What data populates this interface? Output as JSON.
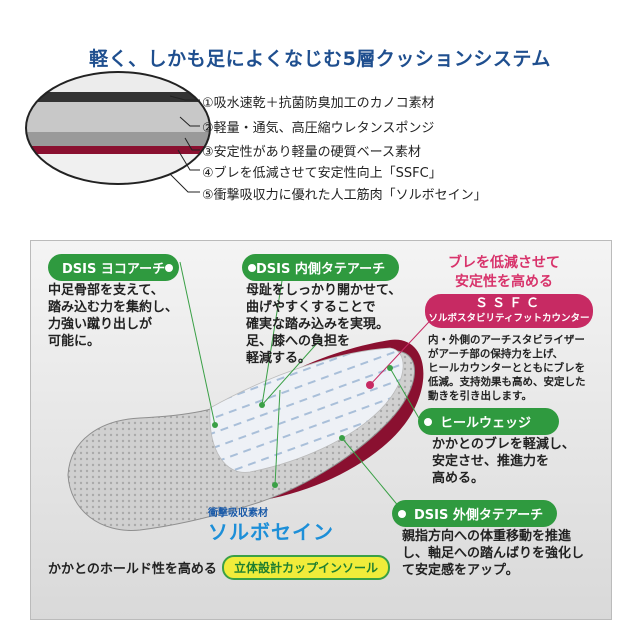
{
  "title": "軽く、しかも足によくなじむ5層クッションシステム",
  "layers": [
    "①吸水速乾＋抗菌防臭加工のカノコ素材",
    "②軽量・通気、高圧縮ウレタンスポンジ",
    "③安定性があり軽量の硬質ベース素材",
    "④ブレを低減させて安定性向上「SSFC」",
    "⑤衝撃吸収力に優れた人工筋肉「ソルボセイン」"
  ],
  "layer_colors": [
    "#333333",
    "#c8c8c8",
    "#9a9a9a",
    "#8a1030",
    "#f0f0f0"
  ],
  "features": {
    "yoko": {
      "label": "DSIS ヨコアーチ",
      "desc": "中足骨部を支えて、\n踏み込む力を集約し、\n力強い蹴り出しが\n可能に。"
    },
    "uchi": {
      "label": "DSIS 内側タテアーチ",
      "desc": "母趾をしっかり開かせて、\n曲げやすくすることで\n確実な踏み込みを実現。\n足、膝への負担を\n軽減する。"
    },
    "ssfc": {
      "headline": "ブレを低減させて\n安定性を高める",
      "name": "ＳＳＦＣ",
      "subname": "ソルボスタビリティフットカウンター",
      "desc": "内・外側のアーチスタビライザー\nがアーチ部の保持力を上げ、\nヒールカウンターとともにブレを\n低減。支持効果も高め、安定した\n動きを引き出します。"
    },
    "heel": {
      "label": "ヒールウェッジ",
      "desc": "かかとのブレを軽減し、\n安定させ、推進力を\n高める。"
    },
    "soto": {
      "label": "DSIS 外側タテアーチ",
      "desc": "親指方向への体重移動を推進\nし、軸足への踏んばりを強化し\nて安定感をアップ。"
    },
    "sorbo": {
      "small": "衝撃吸収素材",
      "big": "ソルボセイン"
    },
    "bottom": {
      "text": "かかとのホールド性を高める",
      "pill": "立体設計カップインソール"
    }
  },
  "colors": {
    "title": "#1f4f8f",
    "green": "#2f9a3f",
    "ssfc": "#c72a63",
    "sorbo": "#1d8fd8"
  }
}
